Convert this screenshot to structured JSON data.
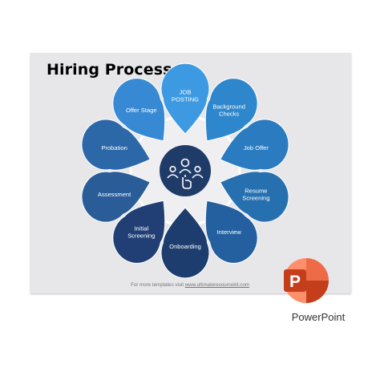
{
  "slide": {
    "title": "Hiring Process",
    "footer_prefix": "For more templates visit ",
    "footer_link": "www.ultimateresourcekit.com"
  },
  "center_icon": "people-group-icon",
  "stages": [
    {
      "label": [
        "JOB",
        "POSTING"
      ],
      "color": "#3d9ae2"
    },
    {
      "label": [
        "Background",
        "Checks"
      ],
      "color": "#2e86cc"
    },
    {
      "label": [
        "Job Offer"
      ],
      "color": "#2a7bbf"
    },
    {
      "label": [
        "Resume",
        "Screening"
      ],
      "color": "#2770b0"
    },
    {
      "label": [
        "Interview"
      ],
      "color": "#24609f"
    },
    {
      "label": [
        "Onboarding"
      ],
      "color": "#1c3d6e"
    },
    {
      "label": [
        "Initial",
        "Screening"
      ],
      "color": "#213f75"
    },
    {
      "label": [
        "Assessment"
      ],
      "color": "#2a5d98"
    },
    {
      "label": [
        "Probation"
      ],
      "color": "#2c68a8"
    },
    {
      "label": [
        "Offer Stage"
      ],
      "color": "#3789d4"
    }
  ],
  "colors": {
    "center": "#1f3b68",
    "ring": "#ffffff"
  },
  "app_badge": {
    "label": "PowerPoint",
    "letter": "P",
    "icon": "powerpoint-icon"
  }
}
